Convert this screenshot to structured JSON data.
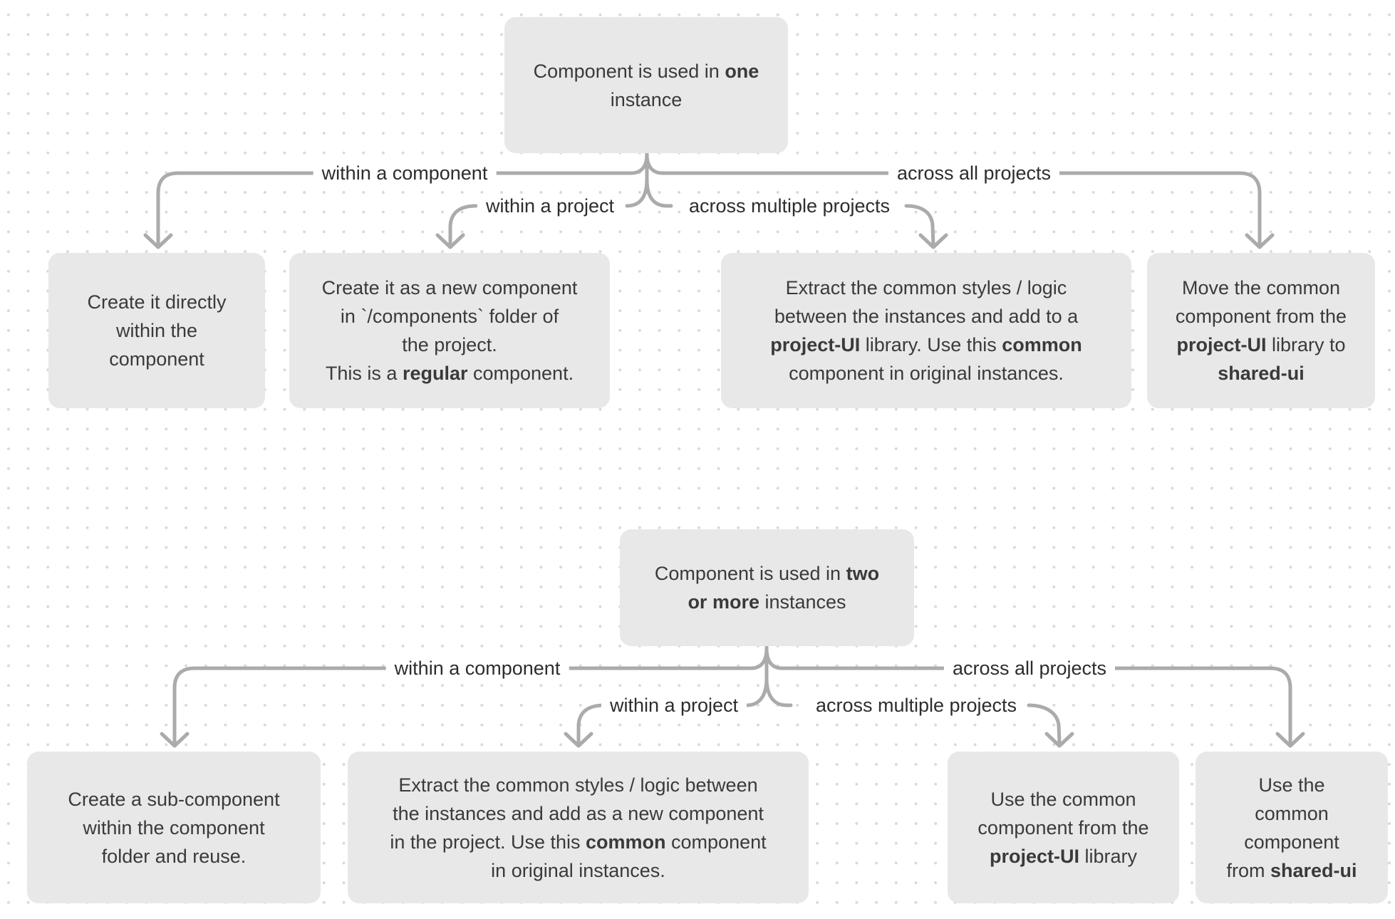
{
  "colors": {
    "background": "#ffffff",
    "dot": "#d9d9d9",
    "box_fill": "#e8e8e8",
    "box_text": "#3a3a3a",
    "label_text": "#2d2d2d",
    "connector": "#ababab"
  },
  "tree1": {
    "root": {
      "lines": [
        [
          {
            "t": "Component is used in "
          },
          {
            "t": "one",
            "b": true
          }
        ],
        [
          {
            "t": "instance"
          }
        ]
      ]
    },
    "branches": [
      {
        "label": "within a component",
        "outcome": {
          "lines": [
            [
              {
                "t": "Create it directly"
              }
            ],
            [
              {
                "t": "within the"
              }
            ],
            [
              {
                "t": "component"
              }
            ]
          ]
        }
      },
      {
        "label": "within a project",
        "outcome": {
          "lines": [
            [
              {
                "t": "Create it as a new component"
              }
            ],
            [
              {
                "t": "in `/components` folder of"
              }
            ],
            [
              {
                "t": "the project."
              }
            ],
            [
              {
                "t": "This is a "
              },
              {
                "t": "regular",
                "b": true
              },
              {
                "t": " component."
              }
            ]
          ]
        }
      },
      {
        "label": "across multiple projects",
        "outcome": {
          "lines": [
            [
              {
                "t": "Extract the common styles / logic"
              }
            ],
            [
              {
                "t": "between the instances and add to a"
              }
            ],
            [
              {
                "t": "project-UI",
                "b": true
              },
              {
                "t": " library. Use this "
              },
              {
                "t": "common",
                "b": true
              }
            ],
            [
              {
                "t": "component in original instances."
              }
            ]
          ]
        }
      },
      {
        "label": "across all projects",
        "outcome": {
          "lines": [
            [
              {
                "t": "Move the common"
              }
            ],
            [
              {
                "t": "component from the"
              }
            ],
            [
              {
                "t": "project-UI",
                "b": true
              },
              {
                "t": " library to"
              }
            ],
            [
              {
                "t": "shared-ui",
                "b": true
              }
            ]
          ]
        }
      }
    ]
  },
  "tree2": {
    "root": {
      "lines": [
        [
          {
            "t": "Component is used in "
          },
          {
            "t": "two",
            "b": true
          }
        ],
        [
          {
            "t": "or more",
            "b": true
          },
          {
            "t": " instances"
          }
        ]
      ]
    },
    "branches": [
      {
        "label": "within a component",
        "outcome": {
          "lines": [
            [
              {
                "t": "Create a sub-component"
              }
            ],
            [
              {
                "t": "within the component"
              }
            ],
            [
              {
                "t": "folder and reuse."
              }
            ]
          ]
        }
      },
      {
        "label": "within a project",
        "outcome": {
          "lines": [
            [
              {
                "t": "Extract the common styles / logic between"
              }
            ],
            [
              {
                "t": "the instances and add as a new component"
              }
            ],
            [
              {
                "t": "in the project. Use this "
              },
              {
                "t": "common",
                "b": true
              },
              {
                "t": " component"
              }
            ],
            [
              {
                "t": "in original instances."
              }
            ]
          ]
        }
      },
      {
        "label": "across multiple projects",
        "outcome": {
          "lines": [
            [
              {
                "t": "Use the common"
              }
            ],
            [
              {
                "t": "component from the"
              }
            ],
            [
              {
                "t": "project-UI",
                "b": true
              },
              {
                "t": " library"
              }
            ]
          ]
        }
      },
      {
        "label": "across all projects",
        "outcome": {
          "lines": [
            [
              {
                "t": "Use the"
              }
            ],
            [
              {
                "t": "common"
              }
            ],
            [
              {
                "t": "component"
              }
            ],
            [
              {
                "t": "from "
              },
              {
                "t": "shared-ui",
                "b": true
              }
            ]
          ]
        }
      }
    ]
  }
}
